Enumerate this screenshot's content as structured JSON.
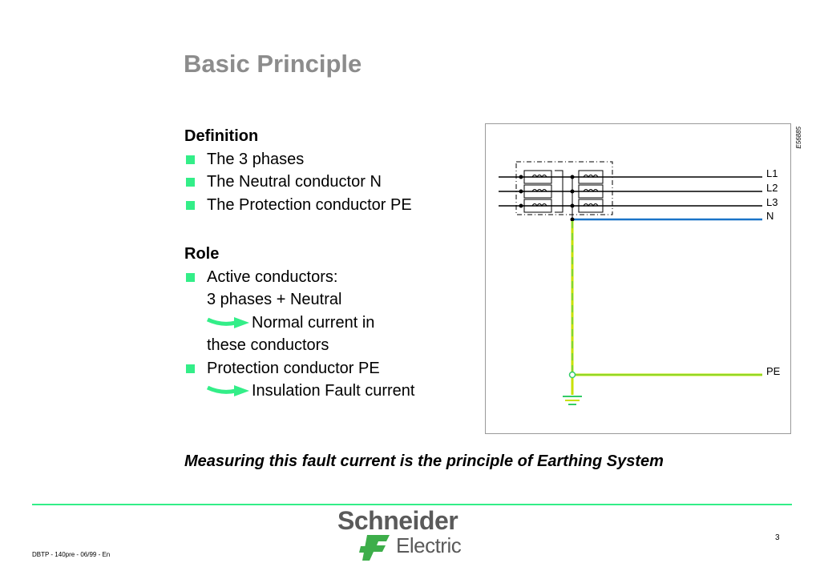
{
  "slide": {
    "title": "Basic Principle",
    "definition": {
      "heading": "Definition",
      "items": [
        "The 3 phases",
        "The Neutral conductor N",
        "The Protection conductor PE"
      ]
    },
    "role": {
      "heading": "Role",
      "item1": "Active conductors:",
      "item1_line2": "3 phases + Neutral",
      "item1_arrow_text": "Normal current in",
      "item1_line4": "these conductors",
      "item2": "Protection conductor PE",
      "item2_arrow_text": "Insulation Fault current"
    },
    "tagline": "Measuring this fault current is the principle of Earthing System"
  },
  "diagram": {
    "reference": "E56885",
    "labels": {
      "l1": "L1",
      "l2": "L2",
      "l3": "L3",
      "n": "N",
      "pe": "PE"
    }
  },
  "colors": {
    "bullet": "#33ee88",
    "neutral_line": "#1a73c8",
    "pe_line": "#c8e000",
    "pe_core": "#33cc66",
    "title": "#8c8c8c"
  },
  "footer": {
    "left": "DBTP - 140pre - 06/99 - En",
    "page": "3"
  },
  "logo": {
    "brand": "Schneider",
    "sub": "Electric"
  }
}
